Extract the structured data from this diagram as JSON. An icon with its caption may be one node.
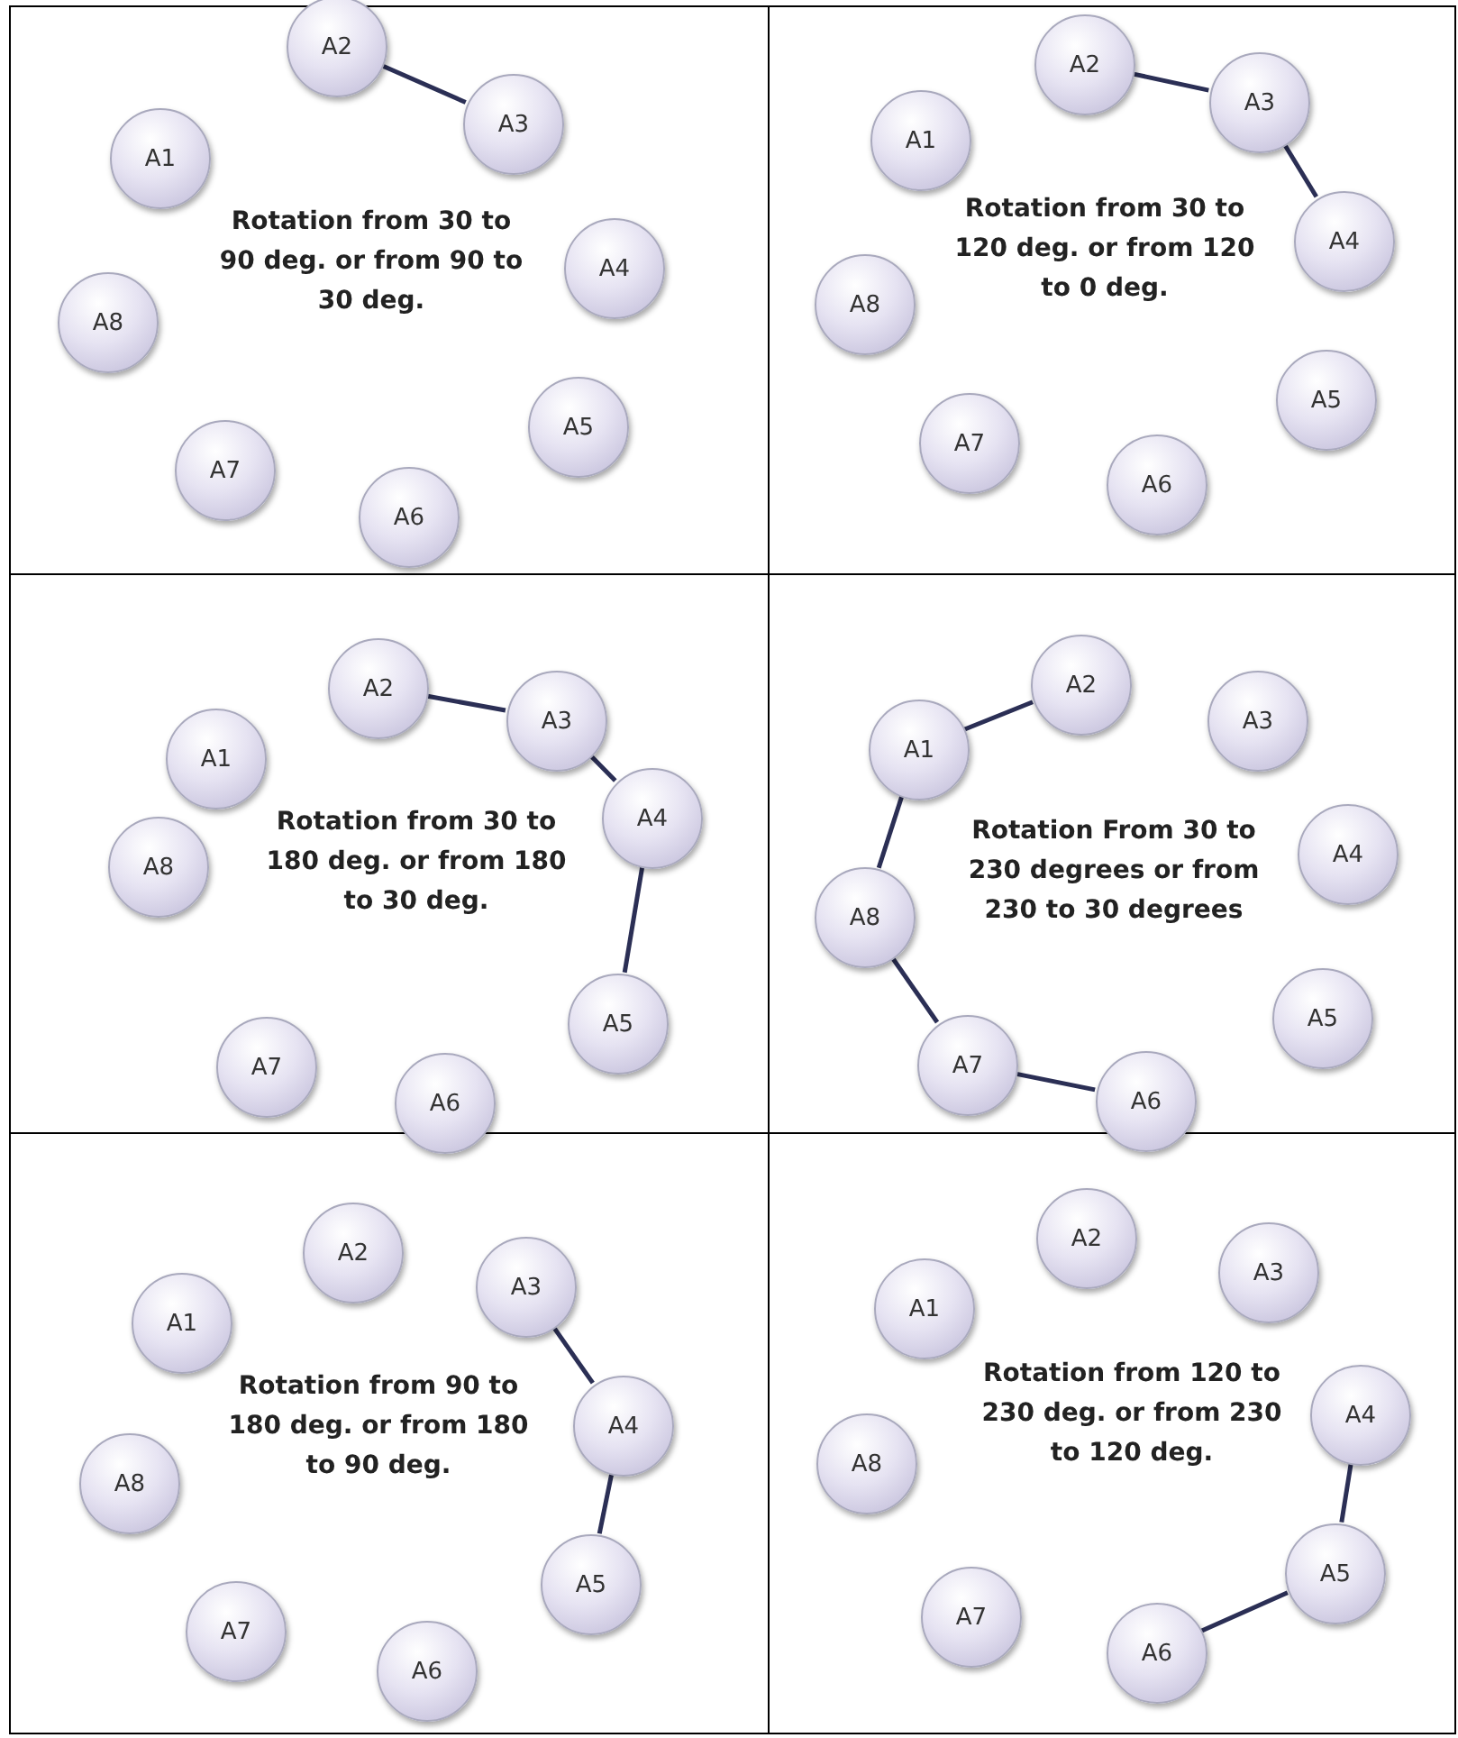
{
  "diagram": {
    "nodes": [
      {
        "text": [
          "Rotation from 30 to 90 deg. or from 90 to 30 deg."
        ]
      },
      {
        "text": [
          "A1"
        ],
        "in": 0
      },
      {
        "text": [
          "A2"
        ],
        "in": 0
      },
      {
        "text": [
          "A3"
        ],
        "in": 0
      },
      {
        "text": [
          "A4"
        ],
        "in": 0
      },
      {
        "text": [
          "A5"
        ],
        "in": 0
      },
      {
        "text": [
          "A6"
        ],
        "in": 0
      },
      {
        "text": [
          "A7"
        ],
        "in": 0
      },
      {
        "text": [
          "A8"
        ],
        "in": 0
      },
      {
        "text": [
          "Rotation from 30 to 120 deg. or from 120 to 0 deg."
        ]
      },
      {
        "text": [
          "A1"
        ],
        "in": 9
      },
      {
        "text": [
          "A2"
        ],
        "in": 9
      },
      {
        "text": [
          "A3"
        ],
        "in": 9
      },
      {
        "text": [
          "A4"
        ],
        "in": 9
      },
      {
        "text": [
          "A5"
        ],
        "in": 9
      },
      {
        "text": [
          "A6"
        ],
        "in": 9
      },
      {
        "text": [
          "A7"
        ],
        "in": 9
      },
      {
        "text": [
          "A8"
        ],
        "in": 9
      },
      {
        "text": [
          "Rotation from 30 to 180 deg. or from 180 to 30 deg."
        ]
      },
      {
        "text": [
          "A1"
        ],
        "in": 18
      },
      {
        "text": [
          "A2"
        ],
        "in": 18
      },
      {
        "text": [
          "A3"
        ],
        "in": 18
      },
      {
        "text": [
          "A4"
        ],
        "in": 18
      },
      {
        "text": [
          "A5"
        ],
        "in": 18
      },
      {
        "text": [
          "A6"
        ],
        "in": 18
      },
      {
        "text": [
          "A7"
        ],
        "in": 18
      },
      {
        "text": [
          "A8"
        ],
        "in": 18
      },
      {
        "text": [
          "Rotation From 30 to 230 degrees or from 230 to 30 degrees"
        ]
      },
      {
        "text": [
          "A1"
        ],
        "in": 27
      },
      {
        "text": [
          "A2"
        ],
        "in": 27
      },
      {
        "text": [
          "A3"
        ],
        "in": 27
      },
      {
        "text": [
          "A4"
        ],
        "in": 27
      },
      {
        "text": [
          "A5"
        ],
        "in": 27
      },
      {
        "text": [
          "A6"
        ],
        "in": 27
      },
      {
        "text": [
          "A7"
        ],
        "in": 27
      },
      {
        "text": [
          "A8"
        ],
        "in": 27
      },
      {
        "text": [
          "Rotation from 90 to 180 deg. or from 180 to 90 deg."
        ]
      },
      {
        "text": [
          "A1"
        ],
        "in": 36
      },
      {
        "text": [
          "A2"
        ],
        "in": 36
      },
      {
        "text": [
          "A3"
        ],
        "in": 36
      },
      {
        "text": [
          "A4"
        ],
        "in": 36
      },
      {
        "text": [
          "A5"
        ],
        "in": 36
      },
      {
        "text": [
          "A6"
        ],
        "in": 36
      },
      {
        "text": [
          "A7"
        ],
        "in": 36
      },
      {
        "text": [
          "A8"
        ],
        "in": 36
      },
      {
        "text": [
          "Rotation from 120 to 230 deg. or from 230 to 120 deg."
        ]
      },
      {
        "text": [
          "A1"
        ],
        "in": 45
      },
      {
        "text": [
          "A2"
        ],
        "in": 45
      },
      {
        "text": [
          "A3"
        ],
        "in": 45
      },
      {
        "text": [
          "A4"
        ],
        "in": 45
      },
      {
        "text": [
          "A5"
        ],
        "in": 45
      },
      {
        "text": [
          "A6"
        ],
        "in": 45
      },
      {
        "text": [
          "A7"
        ],
        "in": 45
      },
      {
        "text": [
          "A8"
        ],
        "in": 45
      }
    ],
    "edges": [
      {
        "from": 2,
        "to": 3,
        "arrow": "none"
      },
      {
        "from": 11,
        "to": 12,
        "arrow": "none"
      },
      {
        "from": 12,
        "to": 13,
        "arrow": "none"
      },
      {
        "from": 20,
        "to": 21,
        "arrow": "none"
      },
      {
        "from": 21,
        "to": 22,
        "arrow": "none"
      },
      {
        "from": 22,
        "to": 23,
        "arrow": "none"
      },
      {
        "from": 29,
        "to": 28,
        "arrow": "none"
      },
      {
        "from": 28,
        "to": 35,
        "arrow": "none"
      },
      {
        "from": 35,
        "to": 34,
        "arrow": "none"
      },
      {
        "from": 34,
        "to": 33,
        "arrow": "none"
      },
      {
        "from": 39,
        "to": 40,
        "arrow": "none"
      },
      {
        "from": 40,
        "to": 41,
        "arrow": "none"
      },
      {
        "from": 49,
        "to": 50,
        "arrow": "none"
      },
      {
        "from": 50,
        "to": 51,
        "arrow": "none"
      }
    ]
  }
}
